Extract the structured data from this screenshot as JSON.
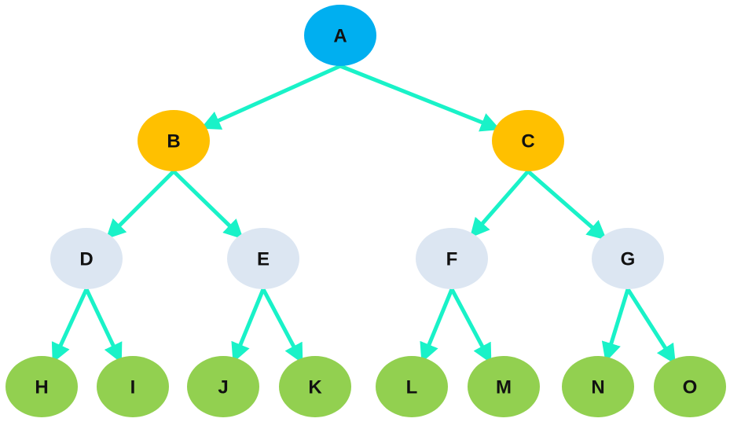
{
  "colors": {
    "root": "#00aff0",
    "level1": "#ffc000",
    "level2": "#dce6f2",
    "leaf": "#92d050",
    "edge": "#19f2c8"
  },
  "nodes": [
    {
      "id": "A",
      "label": "A",
      "level": "root"
    },
    {
      "id": "B",
      "label": "B",
      "level": "level1"
    },
    {
      "id": "C",
      "label": "C",
      "level": "level1"
    },
    {
      "id": "D",
      "label": "D",
      "level": "level2"
    },
    {
      "id": "E",
      "label": "E",
      "level": "level2"
    },
    {
      "id": "F",
      "label": "F",
      "level": "level2"
    },
    {
      "id": "G",
      "label": "G",
      "level": "level2"
    },
    {
      "id": "H",
      "label": "H",
      "level": "leaf"
    },
    {
      "id": "I",
      "label": "I",
      "level": "leaf"
    },
    {
      "id": "J",
      "label": "J",
      "level": "leaf"
    },
    {
      "id": "K",
      "label": "K",
      "level": "leaf"
    },
    {
      "id": "L",
      "label": "L",
      "level": "leaf"
    },
    {
      "id": "M",
      "label": "M",
      "level": "leaf"
    },
    {
      "id": "N",
      "label": "N",
      "level": "leaf"
    },
    {
      "id": "O",
      "label": "O",
      "level": "leaf"
    }
  ],
  "edges": [
    {
      "from": "A",
      "to": "B"
    },
    {
      "from": "A",
      "to": "C"
    },
    {
      "from": "B",
      "to": "D"
    },
    {
      "from": "B",
      "to": "E"
    },
    {
      "from": "C",
      "to": "F"
    },
    {
      "from": "C",
      "to": "G"
    },
    {
      "from": "D",
      "to": "H"
    },
    {
      "from": "D",
      "to": "I"
    },
    {
      "from": "E",
      "to": "J"
    },
    {
      "from": "E",
      "to": "K"
    },
    {
      "from": "F",
      "to": "L"
    },
    {
      "from": "F",
      "to": "M"
    },
    {
      "from": "G",
      "to": "N"
    },
    {
      "from": "G",
      "to": "O"
    }
  ]
}
